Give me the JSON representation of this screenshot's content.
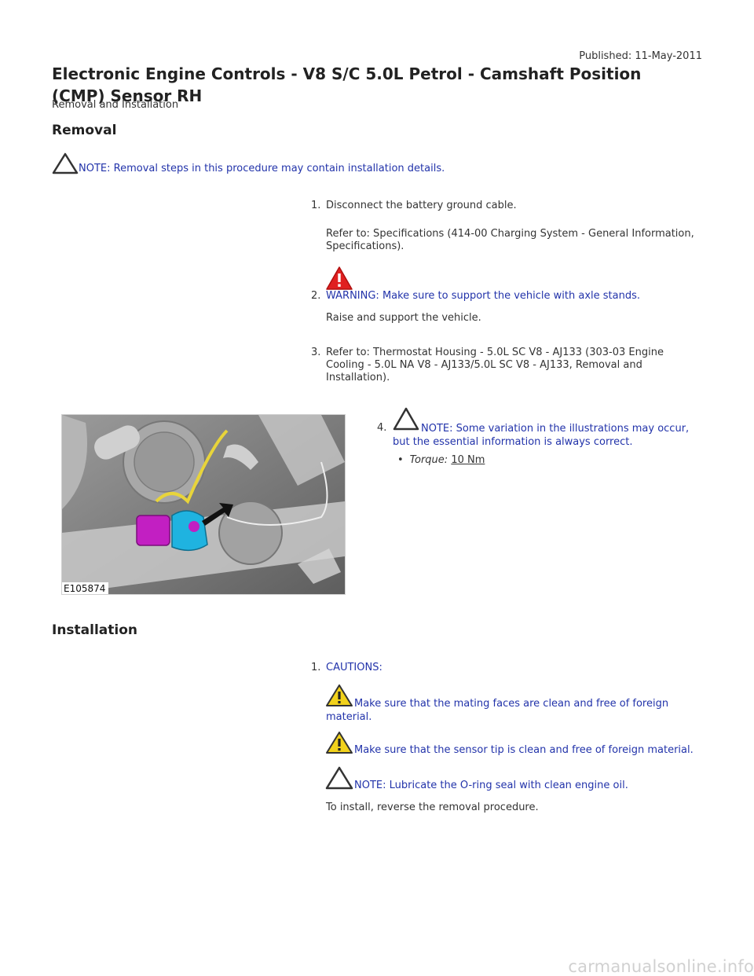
{
  "header": {
    "published": "Published: 11-May-2011",
    "title": "Electronic Engine Controls - V8 S/C 5.0L Petrol - Camshaft Position (CMP) Sensor RH",
    "subtitle": "Removal and Installation"
  },
  "removal": {
    "heading": "Removal",
    "note": "NOTE: Removal steps in this procedure may contain installation details.",
    "steps": [
      {
        "num": "1.",
        "text": "Disconnect the battery ground cable.",
        "ref": "Refer to: Specifications (414-00 Charging System - General Information, Specifications)."
      },
      {
        "num": "2.",
        "warning": "WARNING: Make sure to support the vehicle with axle stands.",
        "text": "Raise and support the vehicle."
      },
      {
        "num": "3.",
        "text": "Refer to: Thermostat Housing - 5.0L SC V8 - AJ133 (303-03 Engine Cooling - 5.0L NA V8 - AJ133/5.0L SC V8 - AJ133, Removal and Installation)."
      },
      {
        "num": "4.",
        "note": "NOTE: Some variation in the illustrations may occur, but the essential information is always correct.",
        "torque_label": "Torque:",
        "torque_value": "10 Nm"
      }
    ],
    "figure_label": "E105874"
  },
  "installation": {
    "heading": "Installation",
    "steps": [
      {
        "num": "1.",
        "cautions_label": "CAUTIONS:",
        "caution1": "Make sure that the mating faces are clean and free of foreign material.",
        "caution2": "Make sure that the sensor tip is clean and free of foreign material.",
        "note": "NOTE: Lubricate the O-ring seal with clean engine oil.",
        "text": "To install, reverse the removal procedure."
      }
    ]
  },
  "footer": {
    "watermark": "carmanualsonline.info"
  },
  "colors": {
    "note_text": "#2233aa",
    "warning_red": "#e02020",
    "caution_yellow": "#f2d21b"
  }
}
